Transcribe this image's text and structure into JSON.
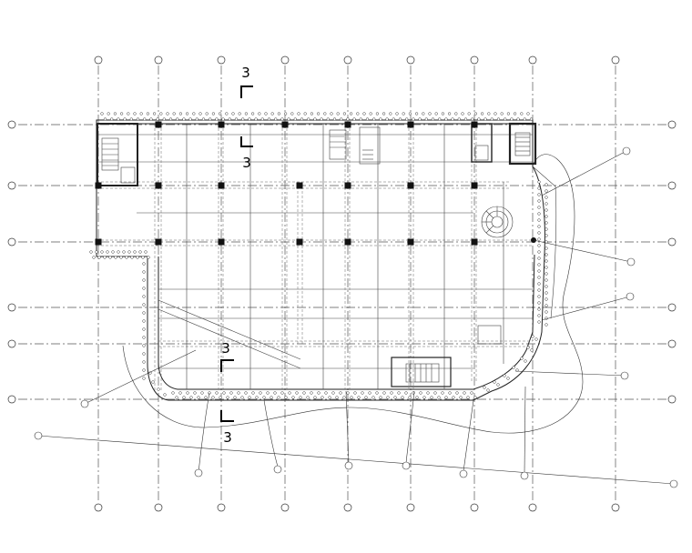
{
  "section_marks": [
    "3",
    "3",
    "3",
    "3"
  ]
}
